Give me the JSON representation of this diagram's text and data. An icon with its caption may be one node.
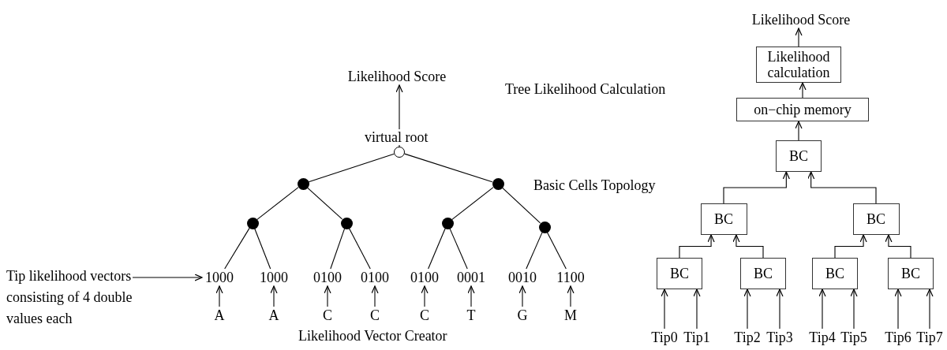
{
  "diagram": {
    "nodes": [
      {
        "text": [
          "Likelihood Score"
        ]
      },
      {
        "text": [],
        "shape": "circle",
        "beside": [
          "virtual root"
        ]
      },
      {
        "text": [],
        "shape": "circle"
      },
      {
        "text": [],
        "shape": "circle"
      },
      {
        "text": [],
        "shape": "circle"
      },
      {
        "text": [],
        "shape": "circle"
      },
      {
        "text": [],
        "shape": "circle"
      },
      {
        "text": [],
        "shape": "circle"
      },
      {
        "text": [
          "Tip likelihood vectors consisting of 4 double values each"
        ]
      },
      {
        "text": [
          "1000"
        ]
      },
      {
        "text": [
          "1000"
        ]
      },
      {
        "text": [
          "0100"
        ]
      },
      {
        "text": [
          "0100"
        ]
      },
      {
        "text": [
          "0100"
        ]
      },
      {
        "text": [
          "0001"
        ]
      },
      {
        "text": [
          "0010"
        ]
      },
      {
        "text": [
          "1100"
        ]
      },
      {
        "text": [
          "A"
        ]
      },
      {
        "text": [
          "A"
        ]
      },
      {
        "text": [
          "C"
        ]
      },
      {
        "text": [
          "C"
        ]
      },
      {
        "text": [
          "C"
        ]
      },
      {
        "text": [
          "T"
        ]
      },
      {
        "text": [
          "G"
        ]
      },
      {
        "text": [
          "M"
        ]
      },
      {
        "text": [
          "Likelihood Score"
        ]
      },
      {
        "text": [
          "Likelihood calculation"
        ]
      },
      {
        "text": [
          "on−chip memory"
        ]
      },
      {
        "text": [
          "BC"
        ]
      },
      {
        "text": [
          "BC"
        ]
      },
      {
        "text": [
          "BC"
        ]
      },
      {
        "text": [
          "BC"
        ]
      },
      {
        "text": [
          "BC"
        ]
      },
      {
        "text": [
          "BC"
        ]
      },
      {
        "text": [
          "BC"
        ]
      },
      {
        "text": [
          "Tip0"
        ]
      },
      {
        "text": [
          "Tip1"
        ]
      },
      {
        "text": [
          "Tip2"
        ]
      },
      {
        "text": [
          "Tip3"
        ]
      },
      {
        "text": [
          "Tip4"
        ]
      },
      {
        "text": [
          "Tip5"
        ]
      },
      {
        "text": [
          "Tip6"
        ]
      },
      {
        "text": [
          "Tip7"
        ]
      }
    ],
    "edges": [
      {
        "from": 1,
        "to": 0,
        "arrow": "to"
      },
      {
        "from": 1,
        "to": 2,
        "arrow": "none"
      },
      {
        "from": 1,
        "to": 3,
        "arrow": "none"
      },
      {
        "from": 2,
        "to": 4,
        "arrow": "none"
      },
      {
        "from": 2,
        "to": 5,
        "arrow": "none"
      },
      {
        "from": 3,
        "to": 6,
        "arrow": "none"
      },
      {
        "from": 3,
        "to": 7,
        "arrow": "none"
      },
      {
        "from": 4,
        "to": 9,
        "arrow": "none"
      },
      {
        "from": 4,
        "to": 10,
        "arrow": "none"
      },
      {
        "from": 5,
        "to": 11,
        "arrow": "none"
      },
      {
        "from": 5,
        "to": 12,
        "arrow": "none"
      },
      {
        "from": 6,
        "to": 13,
        "arrow": "none"
      },
      {
        "from": 6,
        "to": 14,
        "arrow": "none"
      },
      {
        "from": 7,
        "to": 15,
        "arrow": "none"
      },
      {
        "from": 7,
        "to": 16,
        "arrow": "none"
      },
      {
        "from": 8,
        "to": 9,
        "arrow": "to"
      },
      {
        "from": 17,
        "to": 9,
        "arrow": "to"
      },
      {
        "from": 18,
        "to": 10,
        "arrow": "to"
      },
      {
        "from": 19,
        "to": 11,
        "arrow": "to"
      },
      {
        "from": 20,
        "to": 12,
        "arrow": "to"
      },
      {
        "from": 21,
        "to": 13,
        "arrow": "to"
      },
      {
        "from": 22,
        "to": 14,
        "arrow": "to"
      },
      {
        "from": 23,
        "to": 15,
        "arrow": "to"
      },
      {
        "from": 24,
        "to": 16,
        "arrow": "to"
      },
      {
        "from": 26,
        "to": 25,
        "arrow": "to"
      },
      {
        "from": 27,
        "to": 26,
        "arrow": "to"
      },
      {
        "from": 28,
        "to": 27,
        "arrow": "to"
      },
      {
        "from": 29,
        "to": 28,
        "arrow": "to"
      },
      {
        "from": 30,
        "to": 28,
        "arrow": "to"
      },
      {
        "from": 31,
        "to": 29,
        "arrow": "to"
      },
      {
        "from": 32,
        "to": 29,
        "arrow": "to"
      },
      {
        "from": 33,
        "to": 30,
        "arrow": "to"
      },
      {
        "from": 34,
        "to": 30,
        "arrow": "to"
      },
      {
        "from": 35,
        "to": 31,
        "arrow": "to"
      },
      {
        "from": 36,
        "to": 31,
        "arrow": "to"
      },
      {
        "from": 37,
        "to": 32,
        "arrow": "to"
      },
      {
        "from": 38,
        "to": 32,
        "arrow": "to"
      },
      {
        "from": 39,
        "to": 33,
        "arrow": "to"
      },
      {
        "from": 40,
        "to": 33,
        "arrow": "to"
      },
      {
        "from": 41,
        "to": 34,
        "arrow": "to"
      },
      {
        "from": 42,
        "to": 34,
        "arrow": "to"
      }
    ],
    "labels": [
      "Tree Likelihood Calculation",
      "Basic Cells Topology",
      "Likelihood Vector Creator"
    ]
  }
}
